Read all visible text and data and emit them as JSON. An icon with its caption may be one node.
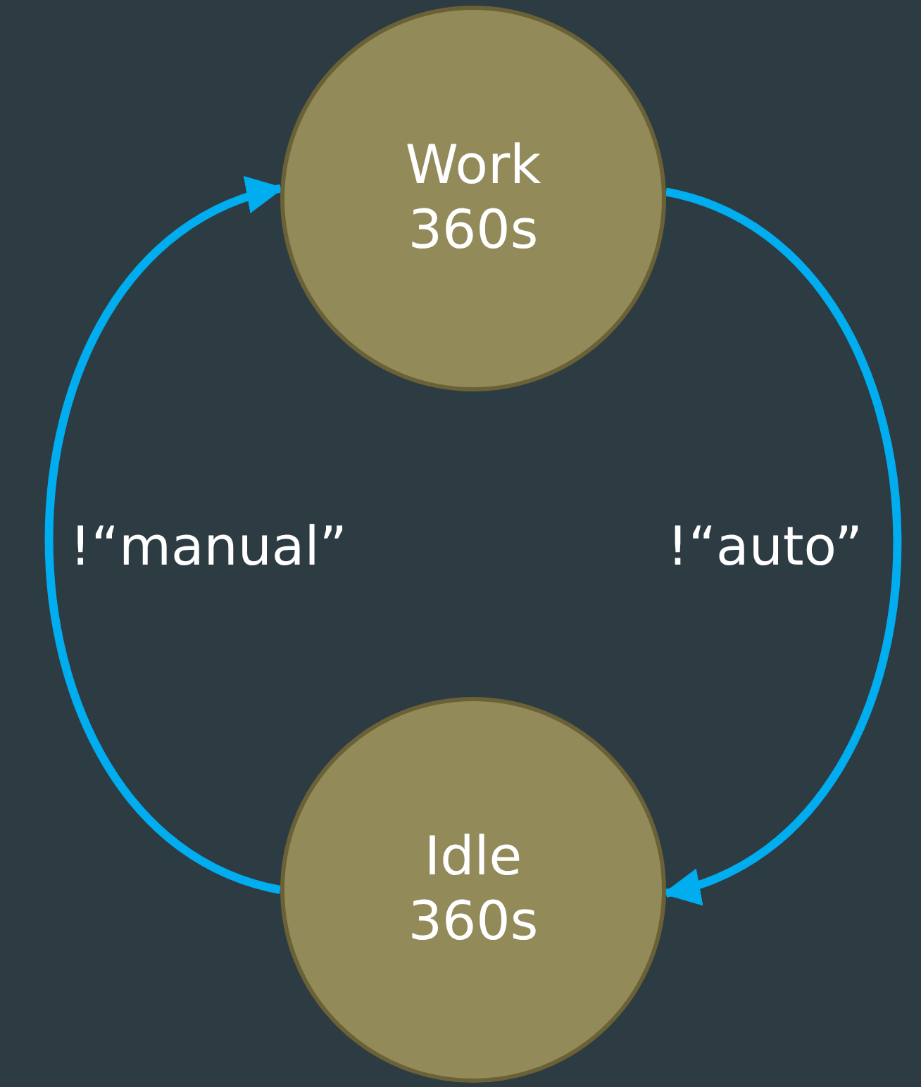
{
  "diagram": {
    "nodes": [
      {
        "text": [
          "Work",
          "360s"
        ]
      },
      {
        "text": [
          "Idle",
          "360s"
        ]
      }
    ],
    "edges": [
      {
        "from": 0,
        "to": 1,
        "arrow": "to",
        "label": "!“auto”"
      },
      {
        "from": 1,
        "to": 0,
        "arrow": "to",
        "label": "!“manual”"
      }
    ]
  }
}
